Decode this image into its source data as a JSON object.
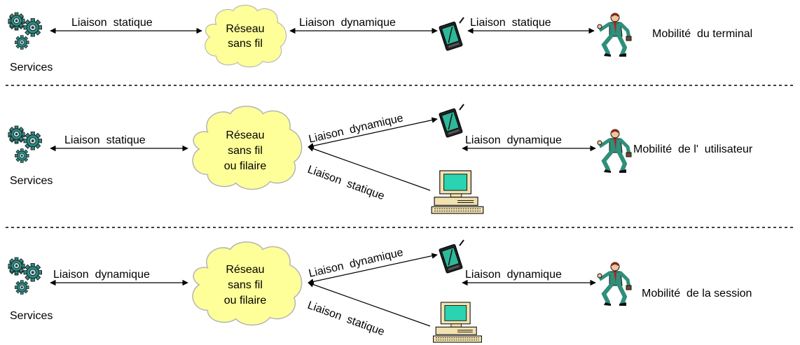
{
  "rows": [
    {
      "services_label": "Services",
      "link_left": "Liaison  statique",
      "network": [
        "Réseau",
        "sans fil"
      ],
      "link_top": "Liaison  dynamique",
      "link_right": "Liaison  statique",
      "caption": "Mobilité  du terminal"
    },
    {
      "services_label": "Services",
      "link_left": "Liaison  statique",
      "network": [
        "Réseau",
        "sans fil",
        "ou filaire"
      ],
      "link_top": "Liaison  dynamique",
      "link_bottom": "Liaison  statique",
      "link_right": "Liaison  dynamique",
      "caption": "Mobilité  de l'  utilisateur"
    },
    {
      "services_label": "Services",
      "link_left": "Liaison  dynamique",
      "network": [
        "Réseau",
        "sans fil",
        "ou filaire"
      ],
      "link_top": "Liaison  dynamique",
      "link_bottom": "Liaison  statique",
      "link_right": "Liaison  dynamique",
      "caption": "Mobilité  de la session"
    }
  ],
  "icons": {
    "services": "gears-icon",
    "network": "cloud-icon",
    "terminal": "pda-icon",
    "computer": "desktop-computer-icon",
    "user": "running-person-icon"
  },
  "colors": {
    "cloud_fill": "#ffff99",
    "gear": "#2e8b84",
    "screen": "#2ad4b0",
    "computer_body": "#f2e2b0",
    "person": "#2e8f7a"
  }
}
